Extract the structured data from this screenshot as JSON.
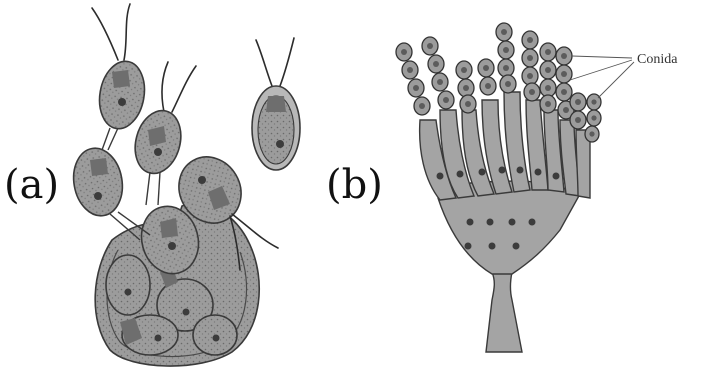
{
  "figure": {
    "panel_a_label": "(a)",
    "panel_b_label": "(b)",
    "callout_label": "Conida"
  },
  "colors": {
    "background": "#ffffff",
    "cell_fill": "#9a9a9a",
    "outline": "#3a3a3a",
    "label_text": "#111111"
  }
}
